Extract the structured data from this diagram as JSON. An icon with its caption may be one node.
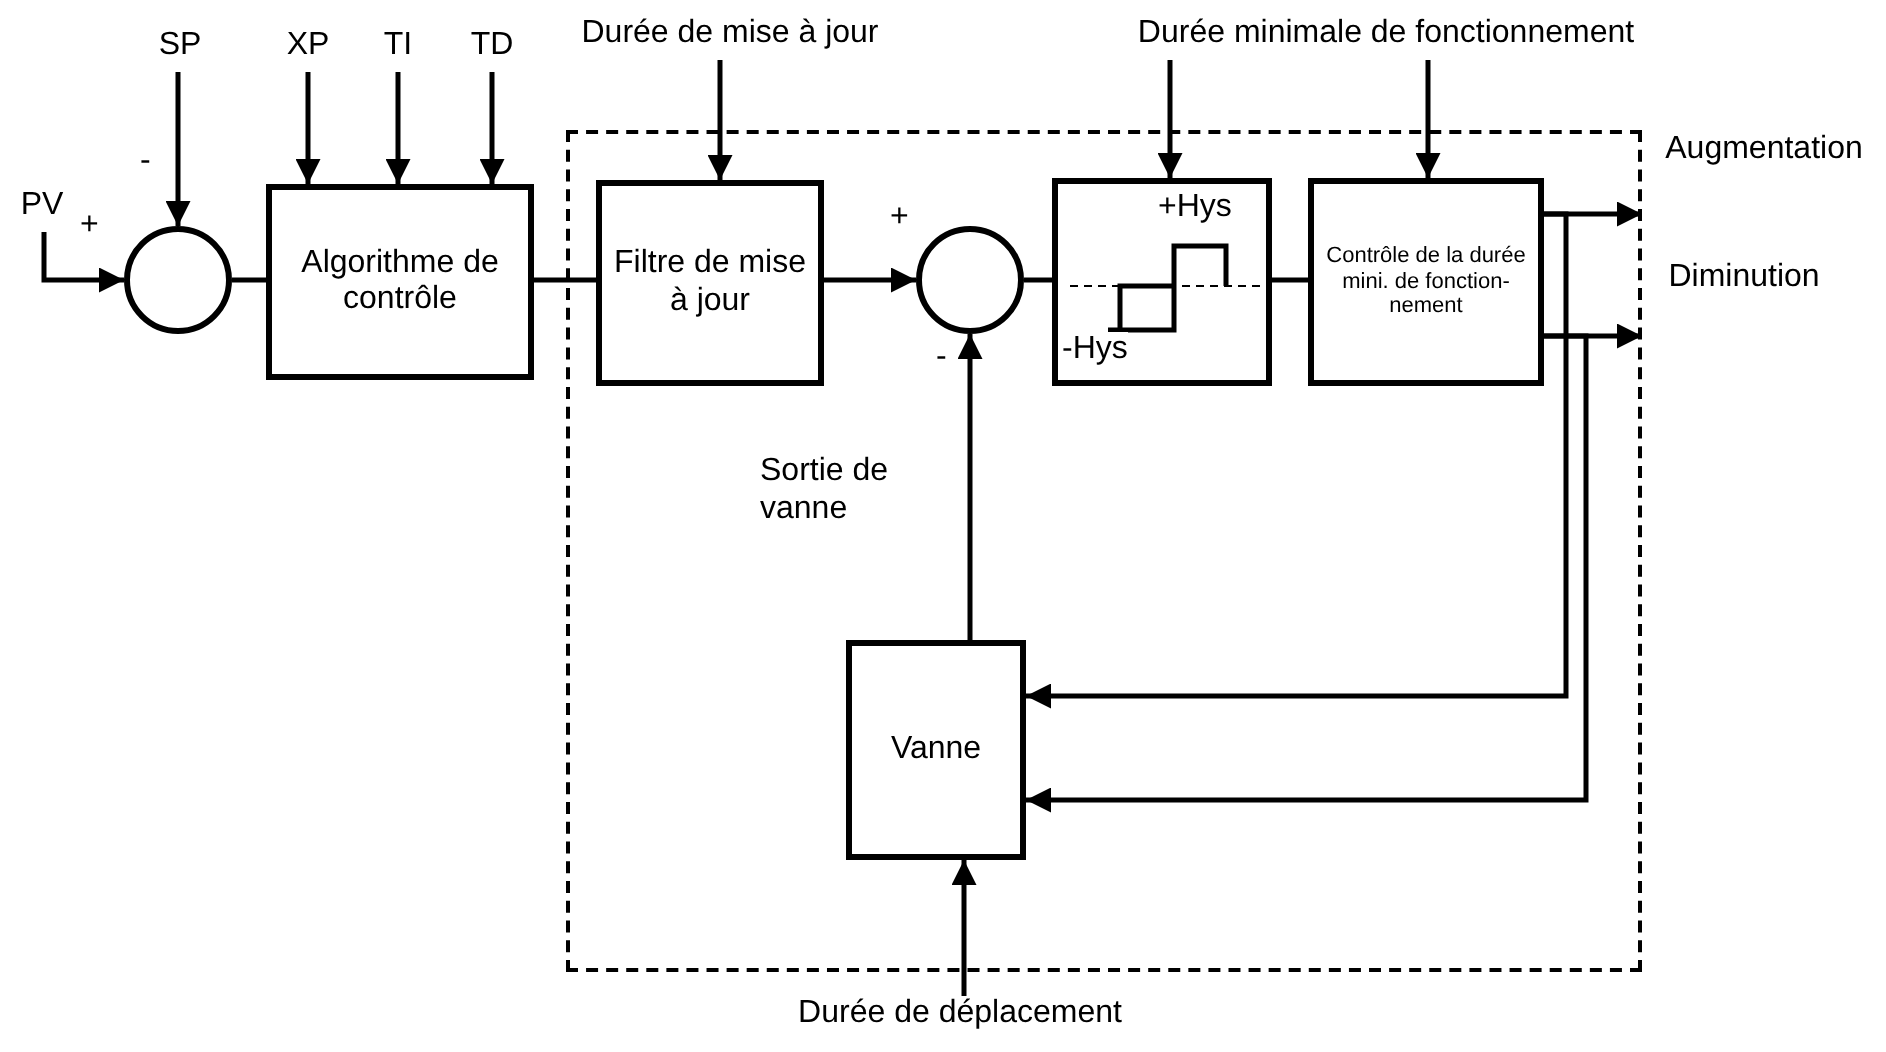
{
  "diagram": {
    "nodes": [
      {
        "text": [
          "SP"
        ]
      },
      {
        "text": [
          "XP"
        ]
      },
      {
        "text": [
          "TI"
        ]
      },
      {
        "text": [
          "TD"
        ]
      },
      {
        "text": [
          "Durée de mise à jour"
        ]
      },
      {
        "text": [
          "Durée minimale de fonctionnement"
        ]
      },
      {
        "text": [
          "PV"
        ]
      },
      {
        "text": [],
        "shape": "box"
      },
      {
        "text": [],
        "shape": "circle"
      },
      {
        "text": [
          "Algorithme de contrôle"
        ]
      },
      {
        "text": [
          "Filtre de mise à jour"
        ],
        "in": 7
      },
      {
        "text": [],
        "shape": "circle",
        "in": 7
      },
      {
        "text": [
          "+Hys",
          "-Hys"
        ],
        "in": 7
      },
      {
        "text": [
          "Contrôle de la durée mini. de fonction- nement"
        ],
        "in": 7
      },
      {
        "text": [
          "Augmentation"
        ]
      },
      {
        "text": [
          "Diminution"
        ]
      },
      {
        "text": [
          "Vanne"
        ],
        "in": 7
      },
      {
        "text": [
          "Durée de déplacement"
        ]
      }
    ],
    "edges": [
      {
        "from": 0,
        "to": 8,
        "arrow": "to"
      },
      {
        "from": 1,
        "to": 9,
        "arrow": "to"
      },
      {
        "from": 2,
        "to": 9,
        "arrow": "to"
      },
      {
        "from": 3,
        "to": 9,
        "arrow": "to"
      },
      {
        "from": 4,
        "to": 10,
        "arrow": "to"
      },
      {
        "from": 5,
        "to": 12,
        "arrow": "to"
      },
      {
        "from": 5,
        "to": 13,
        "arrow": "to"
      },
      {
        "from": 6,
        "to": 8,
        "arrow": "to"
      },
      {
        "from": 8,
        "to": 9,
        "arrow": "none"
      },
      {
        "from": 9,
        "to": 10,
        "arrow": "none"
      },
      {
        "from": 10,
        "to": 11,
        "arrow": "to"
      },
      {
        "from": 11,
        "to": 12,
        "arrow": "none"
      },
      {
        "from": 12,
        "to": 13,
        "arrow": "none"
      },
      {
        "from": 13,
        "to": 14,
        "arrow": "to"
      },
      {
        "from": 13,
        "to": 15,
        "arrow": "to"
      },
      {
        "from": 13,
        "to": 16,
        "arrow": "to"
      },
      {
        "from": 13,
        "to": 16,
        "arrow": "to"
      },
      {
        "from": 16,
        "to": 11,
        "arrow": "to",
        "label": "Sortie de vanne"
      },
      {
        "from": 17,
        "to": 16,
        "arrow": "to"
      }
    ],
    "labels": [
      "-",
      "+",
      "+",
      "-"
    ]
  }
}
